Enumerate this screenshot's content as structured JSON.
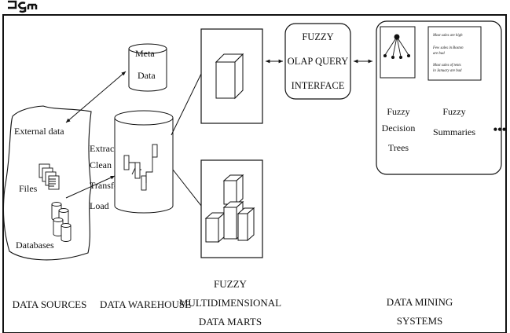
{
  "sources": {
    "external_data": "External data",
    "files": "Files",
    "databases": "Databases",
    "caption": "DATA SOURCES"
  },
  "etl_steps": [
    "Extract",
    "Clean",
    "Transform",
    "Load"
  ],
  "meta_data": [
    "Meta",
    "Data"
  ],
  "warehouse_caption": "DATA WAREHOUSE",
  "marts_caption": [
    "FUZZY",
    "MULTIDIMENSIONAL",
    "DATA MARTS"
  ],
  "olap_interface": [
    "FUZZY",
    "OLAP QUERY",
    "INTERFACE"
  ],
  "mining": {
    "tree_label": [
      "Fuzzy",
      "Decision",
      "Trees"
    ],
    "summary_label": [
      "Fuzzy",
      "Summaries"
    ],
    "summary_texts": [
      "Most sales are high",
      "Few sales in Boston",
      "are bad",
      "Most sales of tents",
      "in January are bad"
    ],
    "more": "•••",
    "caption": [
      "DATA MINING",
      "SYSTEMS"
    ]
  }
}
